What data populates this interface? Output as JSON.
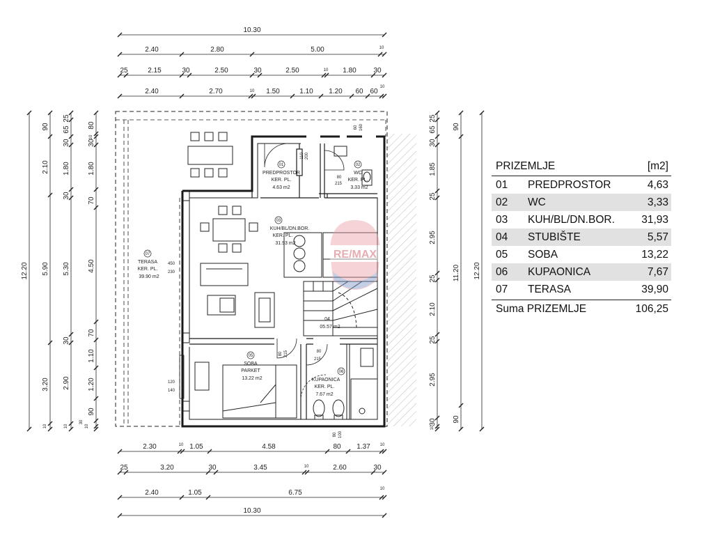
{
  "legend": {
    "title": "PRIZEMLJE",
    "unit": "[m2]",
    "rows": [
      {
        "num": "01",
        "name": "PREDPROSTOR",
        "area": "4,63"
      },
      {
        "num": "02",
        "name": "WC",
        "area": "3,33"
      },
      {
        "num": "03",
        "name": "KUH/BL/DN.BOR.",
        "area": "31,93"
      },
      {
        "num": "04",
        "name": "STUBIŠTE",
        "area": "5,57"
      },
      {
        "num": "05",
        "name": "SOBA",
        "area": "13,22"
      },
      {
        "num": "06",
        "name": "KUPAONICA",
        "area": "7,67"
      },
      {
        "num": "07",
        "name": "TERASA",
        "area": "39,90"
      }
    ],
    "sum_label": "Suma PRIZEMLJE",
    "sum_value": "106,25"
  },
  "dims_top": {
    "row1": [
      "10.30"
    ],
    "row2": [
      "2.40",
      "2.80",
      "5.00",
      "10"
    ],
    "row3": [
      "25",
      "2.15",
      "30",
      "2.50",
      "30",
      "2.50",
      "10",
      "1.80",
      "30"
    ],
    "row4": [
      "2.40",
      "2.70",
      "10",
      "1.50",
      "1.10",
      "1.20",
      "60",
      "60",
      "10"
    ]
  },
  "dims_bottom": {
    "row1": [
      "2.30",
      "10",
      "1.05",
      "4.58",
      "80",
      "1.37",
      "10"
    ],
    "row2": [
      "25",
      "3.20",
      "30",
      "3.45",
      "10",
      "2.60",
      "30"
    ],
    "row3": [
      "2.40",
      "1.05",
      "6.75",
      "10"
    ],
    "row4": [
      "10.30"
    ]
  },
  "dims_left": {
    "outer": [
      "12.20"
    ],
    "col2": [
      "90",
      "2.10",
      "5.90",
      "3.20",
      "10"
    ],
    "col3": [
      "25",
      "65",
      "30",
      "1.80",
      "30",
      "5.30",
      "30",
      "2.90",
      "10"
    ],
    "col4": [
      "80",
      "10",
      "30",
      "1.80",
      "70",
      "4.50",
      "70",
      "1.10",
      "1.20",
      "90",
      "30",
      "10"
    ]
  },
  "dims_right": {
    "col1": [
      "25",
      "65",
      "30",
      "1.85",
      "25",
      "2.95",
      "25",
      "2.10",
      "25",
      "2.95",
      "30",
      "10"
    ],
    "col2": [
      "90",
      "11.20",
      "90"
    ],
    "outer": [
      "12.20"
    ]
  },
  "rooms": [
    {
      "num": "01",
      "name": "PREDPROSTOR",
      "floor": "KER. PL.",
      "area": "4.63 m2"
    },
    {
      "num": "02",
      "name": "WC",
      "floor": "KER. PL.",
      "area": "3.33 m2"
    },
    {
      "num": "03",
      "name": "KUH/BL/DN.BOR.",
      "floor": "KER. PL.",
      "area": "31.93 m2"
    },
    {
      "num": "04",
      "name": "",
      "floor": "",
      "area": "05.57 m2"
    },
    {
      "num": "05",
      "name": "SOBA",
      "floor": "PARKET",
      "area": "13.22 m2"
    },
    {
      "num": "06",
      "name": "KUPAONICA",
      "floor": "KER. PL.",
      "area": "7.67 m2"
    },
    {
      "num": "07",
      "name": "TERASA",
      "floor": "KER. PL.",
      "area": "39.90 m2"
    }
  ],
  "openings": [
    "110",
    "200",
    "80",
    "215",
    "60",
    "160",
    "450",
    "230",
    "120",
    "140",
    "80",
    "215",
    "80",
    "215",
    "80",
    "100"
  ],
  "watermark": "RE/MAX",
  "colors": {
    "line": "#1a1a1a",
    "watermark_red": "#d9202c",
    "watermark_blue": "#1b3d8f",
    "legend_alt": "#e1e1e1"
  }
}
